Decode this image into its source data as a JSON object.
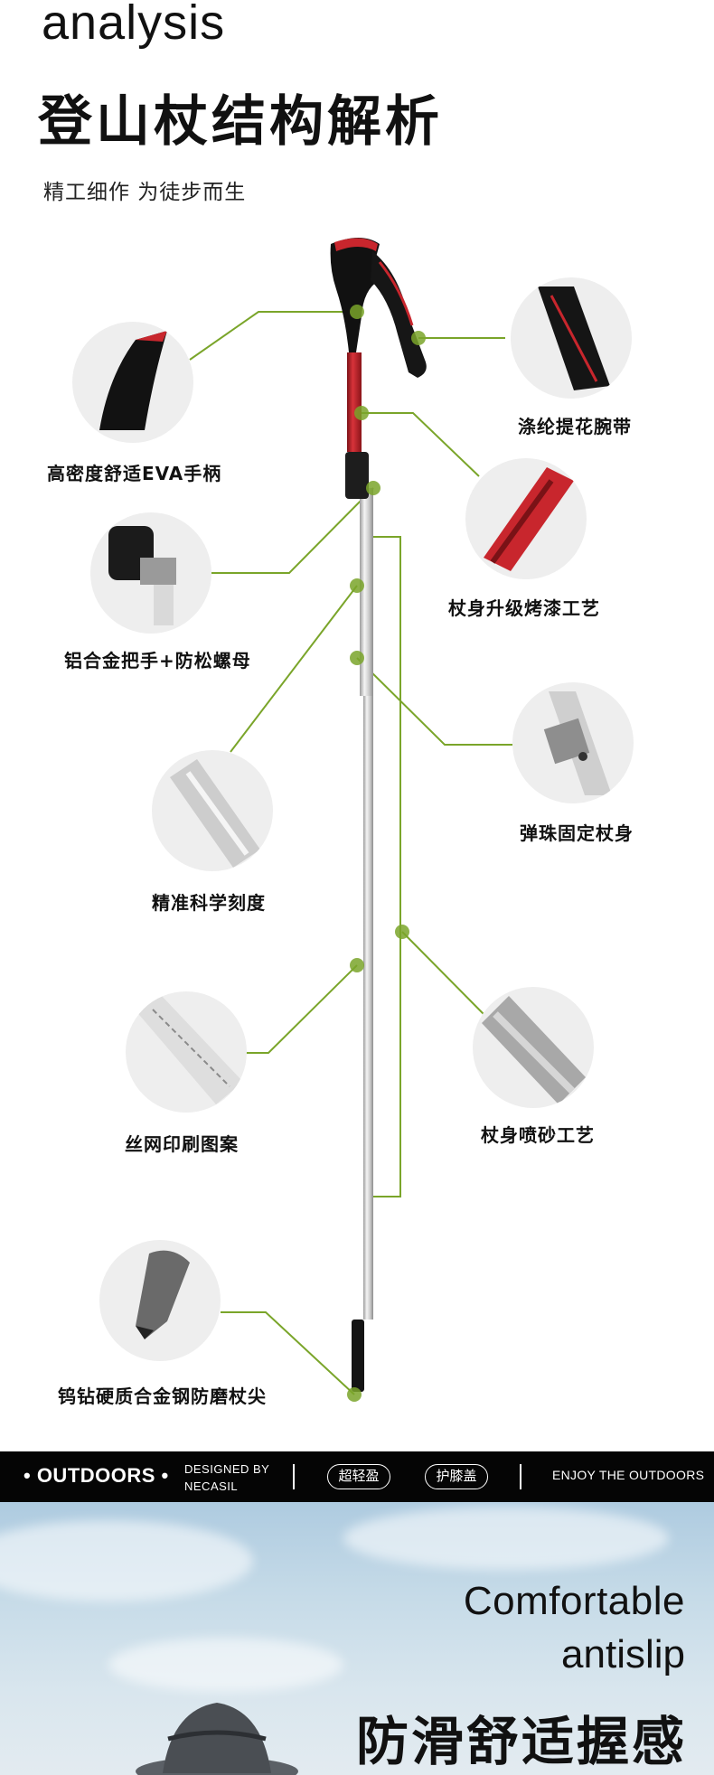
{
  "header": {
    "en_title": "analysis",
    "cn_title": "登山杖结构解析",
    "subtitle": "精工细作 为徒步而生"
  },
  "features": [
    {
      "label": "高密度舒适EVA手柄"
    },
    {
      "label": "涤纶提花腕带"
    },
    {
      "label": "杖身升级烤漆工艺"
    },
    {
      "label": "铝合金把手+防松螺母"
    },
    {
      "label": "弹珠固定杖身"
    },
    {
      "label": "精准科学刻度"
    },
    {
      "label": "杖身喷砂工艺"
    },
    {
      "label": "丝网印刷图案"
    },
    {
      "label": "钨钻硬质合金钢防磨杖尖"
    }
  ],
  "band": {
    "outdoors": "• OUTDOORS •",
    "designed_by": "DESIGNED  BY",
    "brand": "NECASIL",
    "tag1": "超轻盈",
    "tag2": "护膝盖",
    "enjoy": "ENJOY THE OUTDOORS"
  },
  "hero": {
    "line1": "Comfortable",
    "line2": "antislip",
    "line3": "防滑舒适握感"
  },
  "colors": {
    "accent_green": "#7aa52a",
    "pole_red": "#c8262d",
    "band_black": "#050505"
  }
}
